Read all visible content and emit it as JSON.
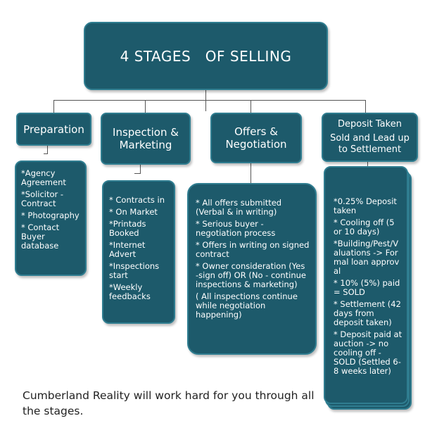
{
  "title": "4 STAGES   OF SELLING",
  "stages": [
    {
      "title_lines": [
        "Preparation"
      ],
      "items": [
        "*Agency Agreement",
        "*Solicitor - Contract",
        "* Photography",
        "* Contact Buyer database"
      ]
    },
    {
      "title_lines": [
        "Inspection &",
        "Marketing"
      ],
      "items": [
        "* Contracts in",
        "* On Market",
        "*Printads Booked",
        "*Internet Advert",
        "*Inspections start",
        "*Weekly feedbacks"
      ]
    },
    {
      "title_lines": [
        "Offers &",
        "Negotiation"
      ],
      "items": [
        "* All offers submitted (Verbal & in writing)",
        "* Serious buyer - negotiation process",
        "* Offers in writing on signed contract",
        "* Owner consideration (Yes -sign off) OR (No - continue inspections & marketing)",
        "( All inspections continue while negotiation happening)"
      ]
    },
    {
      "title_lines": [
        "Deposit Taken",
        "Sold and Lead up to Settlement"
      ],
      "items": [
        "*0.25% Deposit taken",
        "* Cooling off (5 or 10 days)",
        "*Building/Pest/Valuations -> Formal loan approval",
        "* 10% (5%) paid = SOLD",
        "* Settlement (42 days from deposit taken)",
        "* Deposit paid at auction -> no cooling off - SOLD (Settled 6-8 weeks later)"
      ]
    }
  ],
  "footer": "Cumberland Reality will work hard for you through all the stages.",
  "colors": {
    "box": "#1d5a6b",
    "border": "#2f7d90",
    "line": "#555555"
  }
}
